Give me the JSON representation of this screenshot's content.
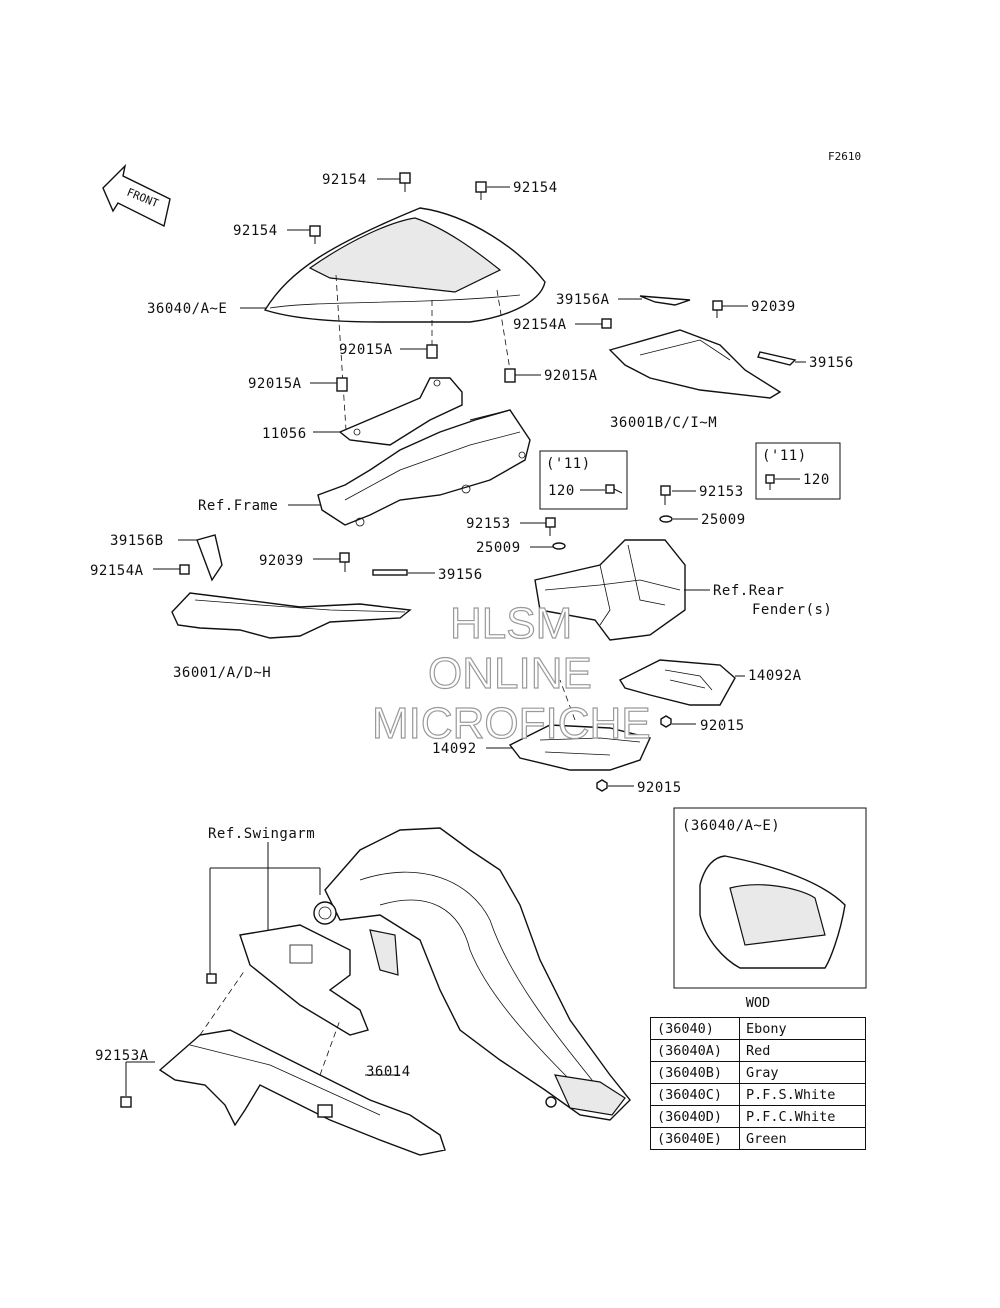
{
  "figure_code": "F2610",
  "front_arrow": "FRONT",
  "watermark": [
    "HLSM",
    "ONLINE",
    "MICROFICHE"
  ],
  "labels": {
    "p92154_a": "92154",
    "p92154_b": "92154",
    "p92154_c": "92154",
    "p36040": "36040/A~E",
    "p92015A_a": "92015A",
    "p92015A_b": "92015A",
    "p92015A_c": "92015A",
    "p11056": "11056",
    "ref_frame": "Ref.Frame",
    "p39156A": "39156A",
    "p92154A_top": "92154A",
    "p92039_top": "92039",
    "p39156_right": "39156",
    "p36001B": "36001B/C/I~M",
    "box11_left_title": "('11)",
    "box11_left_part": "120",
    "box11_right_title": "('11)",
    "box11_right_part": "120",
    "p92153_right": "92153",
    "p25009_right": "25009",
    "p92153_mid": "92153",
    "p25009_mid": "25009",
    "ref_rear_fender_1": "Ref.Rear",
    "ref_rear_fender_2": "Fender(s)",
    "p39156B": "39156B",
    "p92154A_left": "92154A",
    "p92039_left": "92039",
    "p39156_left": "39156",
    "p36001": "36001/A/D~H",
    "p14092A": "14092A",
    "p92015_a": "92015",
    "p14092": "14092",
    "p92015_b": "92015",
    "ref_swingarm": "Ref.Swingarm",
    "p92153A": "92153A",
    "p36014": "36014",
    "inset_title": "(36040/A~E)"
  },
  "color_table": {
    "title": "WOD",
    "rows": [
      {
        "code": "(36040)",
        "color": "Ebony"
      },
      {
        "code": "(36040A)",
        "color": "Red"
      },
      {
        "code": "(36040B)",
        "color": "Gray"
      },
      {
        "code": "(36040C)",
        "color": "P.F.S.White"
      },
      {
        "code": "(36040D)",
        "color": "P.F.C.White"
      },
      {
        "code": "(36040E)",
        "color": "Green"
      }
    ]
  }
}
